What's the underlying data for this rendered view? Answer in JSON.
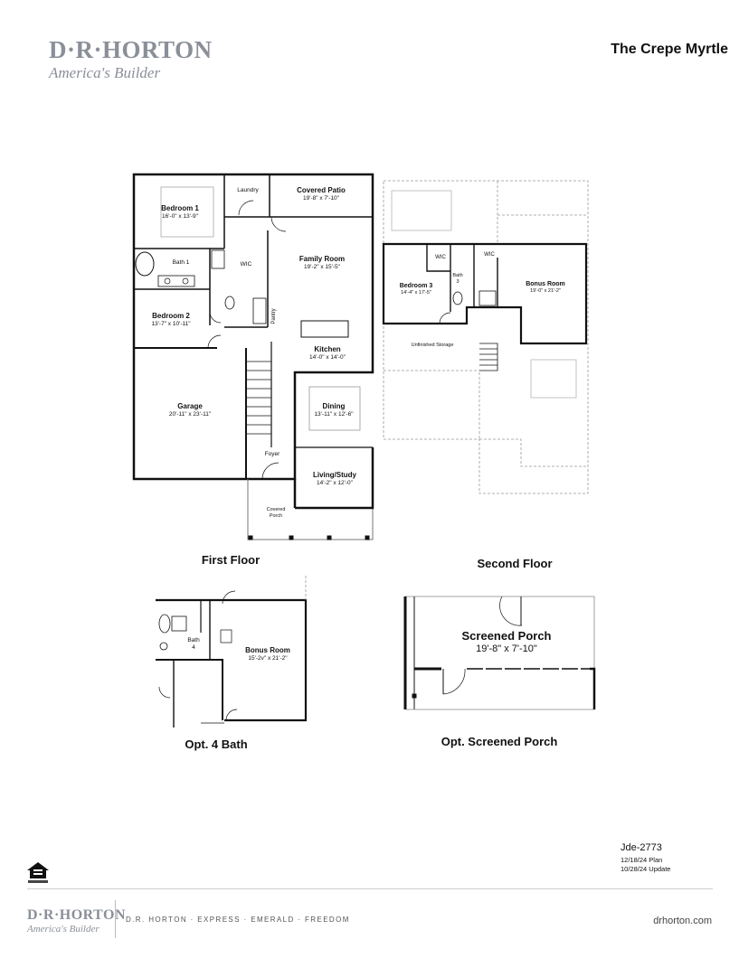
{
  "brand": {
    "name": "D·R·HORTON",
    "tagline": "America's Builder"
  },
  "plan_title": "The Crepe Myrtle",
  "first_floor": {
    "caption": "First Floor",
    "rooms": {
      "bedroom1": {
        "name": "Bedroom 1",
        "dims": "16'-0\" x 13'-9\""
      },
      "laundry": {
        "name": "Laundry"
      },
      "covered_patio": {
        "name": "Covered Patio",
        "dims": "19'-8\" x 7'-10\""
      },
      "bath1": {
        "name": "Bath 1"
      },
      "wic": {
        "name": "WIC"
      },
      "family_room": {
        "name": "Family Room",
        "dims": "19'-2\" x 15'-5\""
      },
      "bedroom2": {
        "name": "Bedroom 2",
        "dims": "13'-7\" x 10'-11\""
      },
      "pantry": {
        "name": "Pantry"
      },
      "kitchen": {
        "name": "Kitchen",
        "dims": "14'-0\" x 14'-0\""
      },
      "garage": {
        "name": "Garage",
        "dims": "20'-11\" x 23'-11\""
      },
      "dining": {
        "name": "Dining",
        "dims": "13'-11\" x 12'-6\""
      },
      "foyer": {
        "name": "Foyer"
      },
      "living": {
        "name": "Living/Study",
        "dims": "14'-2\" x 12'-0\""
      },
      "covered_porch": {
        "name": "Covered",
        "name2": "Porch"
      }
    }
  },
  "second_floor": {
    "caption": "Second Floor",
    "rooms": {
      "wic_left": {
        "name": "WIC"
      },
      "wic_right": {
        "name": "WIC"
      },
      "bath3": {
        "name": "Bath",
        "num": "3"
      },
      "bedroom3": {
        "name": "Bedroom 3",
        "dims": "14'-4\" x 17'-5\""
      },
      "bonus": {
        "name": "Bonus Room",
        "dims": "19'-0\" x 21'-2\""
      },
      "storage": {
        "name": "Unfinished Storage"
      }
    }
  },
  "opt_bath": {
    "caption": "Opt. 4 Bath",
    "rooms": {
      "bath4": {
        "name": "Bath",
        "num": "4"
      },
      "bonus": {
        "name": "Bonus Room",
        "dims": "15'-2v\" x 21'-2\""
      }
    }
  },
  "opt_porch": {
    "caption": "Opt. Screened Porch",
    "room": {
      "name": "Screened Porch",
      "dims": "19'-8\" x 7'-10\""
    }
  },
  "plan_info": {
    "code": "Jde-2773",
    "plan_date": "12/18/24 Plan",
    "update_date": "10/28/24 Update"
  },
  "footer": {
    "links": "D.R. HORTON · EXPRESS · EMERALD · FREEDOM",
    "url": "drhorton.com",
    "brand": "D·R·HORTON",
    "tagline": "America's Builder"
  }
}
